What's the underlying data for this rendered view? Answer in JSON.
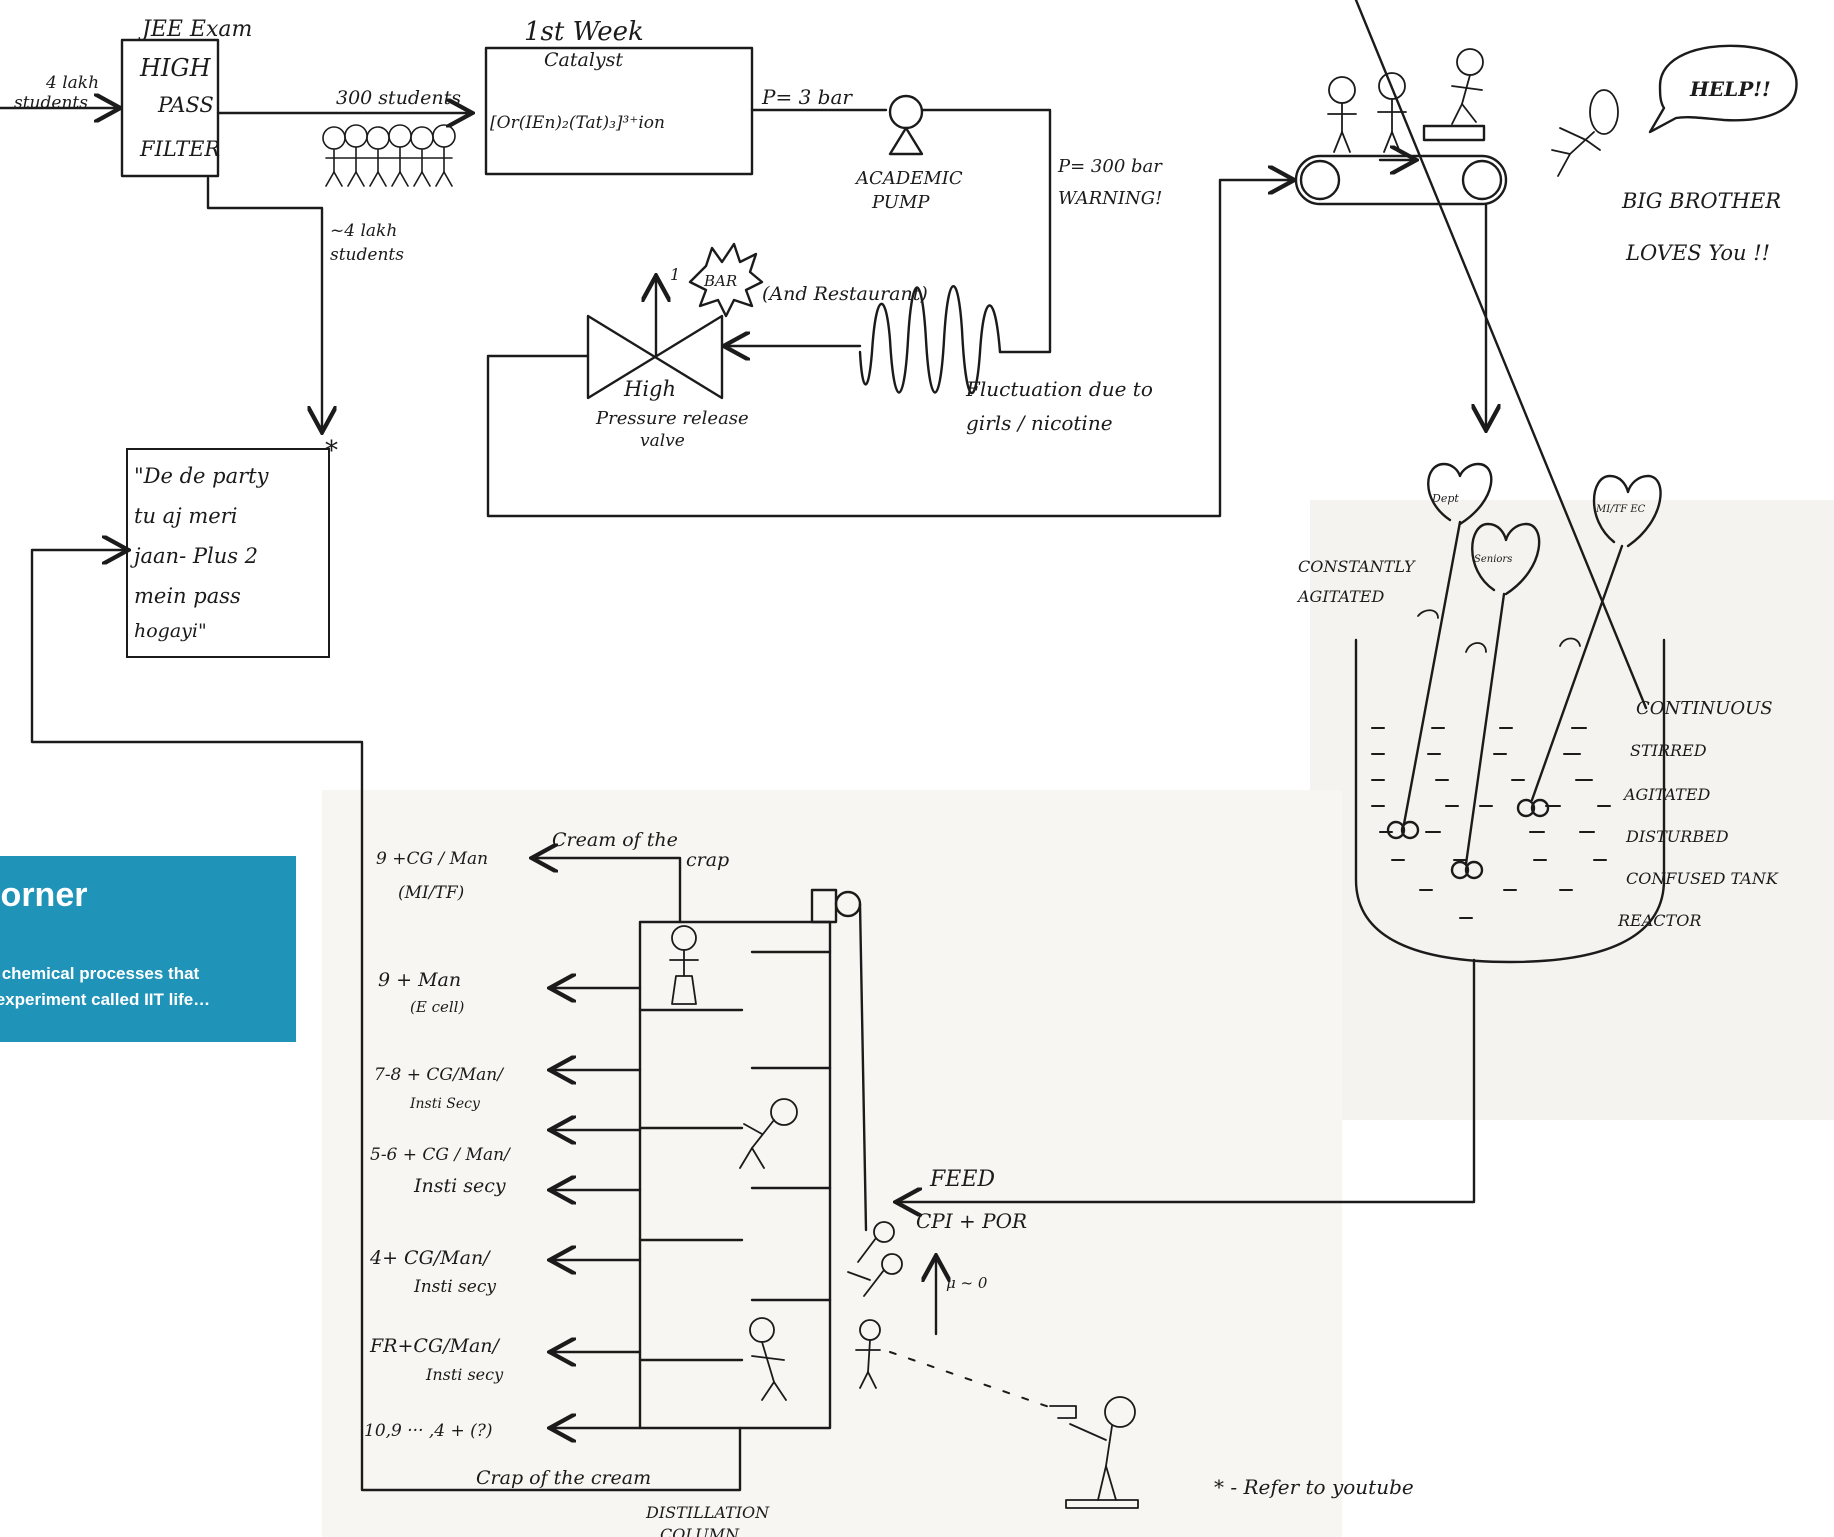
{
  "diagram": {
    "jee": {
      "heading": "JEE Exam",
      "box_lines": [
        "HIGH",
        "PASS",
        "FILTER"
      ],
      "input_label_1": "4 lakh",
      "input_label_2": "students",
      "out_label": "300 students",
      "reject_label_1": "~4 lakh",
      "reject_label_2": "students"
    },
    "week": {
      "title": "1st Week",
      "subtitle": "Catalyst",
      "formula": "[Or(IEn)₂(Tat)₃]³⁺ion"
    },
    "pump": {
      "p_in": "P= 3 bar",
      "label_1": "ACADEMIC",
      "label_2": "PUMP",
      "p_out_1": "P= 300 bar",
      "p_out_2": "WARNING!"
    },
    "valve": {
      "vent_label": "1",
      "bar_label": "BAR",
      "bar_suffix": "(And Restaurant)",
      "label_1": "High",
      "label_2": "Pressure release",
      "label_3": "valve",
      "fluct_1": "Fluctuation due to",
      "fluct_2": "girls / nicotine"
    },
    "party": {
      "lines": [
        "\"De de party",
        "tu aj meri",
        "jaan- Plus 2",
        "mein pass",
        "hogayi\""
      ],
      "star": "*"
    },
    "conveyor": {
      "help": "HELP!!",
      "big_brother_1": "BIG BROTHER",
      "big_brother_2": "LOVES You !!"
    },
    "reactor": {
      "agitated_1": "CONSTANTLY",
      "agitated_2": "AGITATED",
      "balloons": [
        "Dept",
        "Seniors",
        "MI/TF EC"
      ],
      "lines": [
        "CONTINUOUS",
        "STIRRED",
        "AGITATED",
        "DISTURBED",
        "CONFUSED TANK",
        "REACTOR"
      ]
    },
    "column": {
      "top_label_1": "Cream of the",
      "top_label_2": "crap",
      "outputs": [
        {
          "main": "9 +CG / Man",
          "sub": "(MI/TF)"
        },
        {
          "main": "9 + Man",
          "sub": "(E cell)"
        },
        {
          "main": "7-8 + CG/Man/",
          "sub": "Insti Secy"
        },
        {
          "main": "5-6 + CG / Man/",
          "sub": "Insti secy"
        },
        {
          "main": "4+ CG/Man/",
          "sub": "Insti secy"
        },
        {
          "main": "FR+CG/Man/",
          "sub": "Insti secy"
        },
        {
          "main": "10,9 ··· ,4 + (?)",
          "sub": ""
        }
      ],
      "bottom_label": "Crap of the cream",
      "name_1": "DISTILLATION",
      "name_2": "COLUMN",
      "feed_1": "FEED",
      "feed_2": "CPI + POR",
      "mu": "μ ~ 0",
      "footnote": "* - Refer to youtube"
    }
  },
  "corner": {
    "title": "Corner",
    "line1": "… chemical processes that",
    "line2": "… experiment called IIT life…"
  }
}
